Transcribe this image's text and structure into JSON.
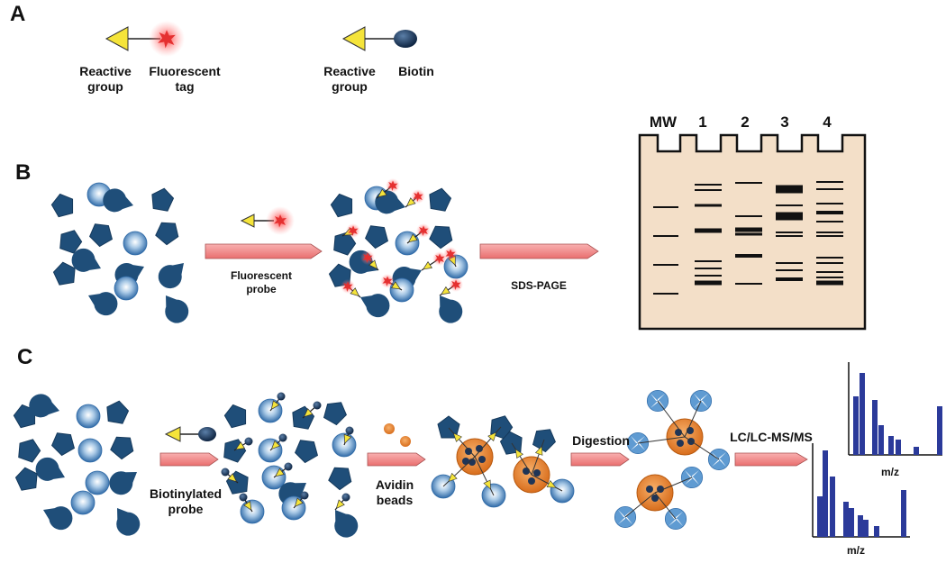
{
  "panels": {
    "a": "A",
    "b": "B",
    "c": "C"
  },
  "panel_a": {
    "probe1": {
      "reactive": "Reactive group",
      "tag": "Fluorescent tag"
    },
    "probe2": {
      "reactive": "Reactive group",
      "biotin": "Biotin"
    }
  },
  "panel_b": {
    "step1": "Fluorescent probe",
    "step2": "SDS-PAGE",
    "gel_lanes": [
      "MW",
      "1",
      "2",
      "3",
      "4"
    ]
  },
  "panel_c": {
    "step1": "Biotinylated probe",
    "step2": "Avidin beads",
    "step3": "Digestion",
    "step4": "LC/LC-MS/MS",
    "ms_axis_1": "m/z",
    "ms_axis_2": "m/z"
  },
  "colors": {
    "protein": "#1f4e79",
    "arrow": "#f08a8a",
    "bead": "#e8893a",
    "reactive": "#f5e43a",
    "fluor": "#e53030",
    "gel": "#f3dfc8",
    "ms_bar": "#2b3a9a"
  }
}
